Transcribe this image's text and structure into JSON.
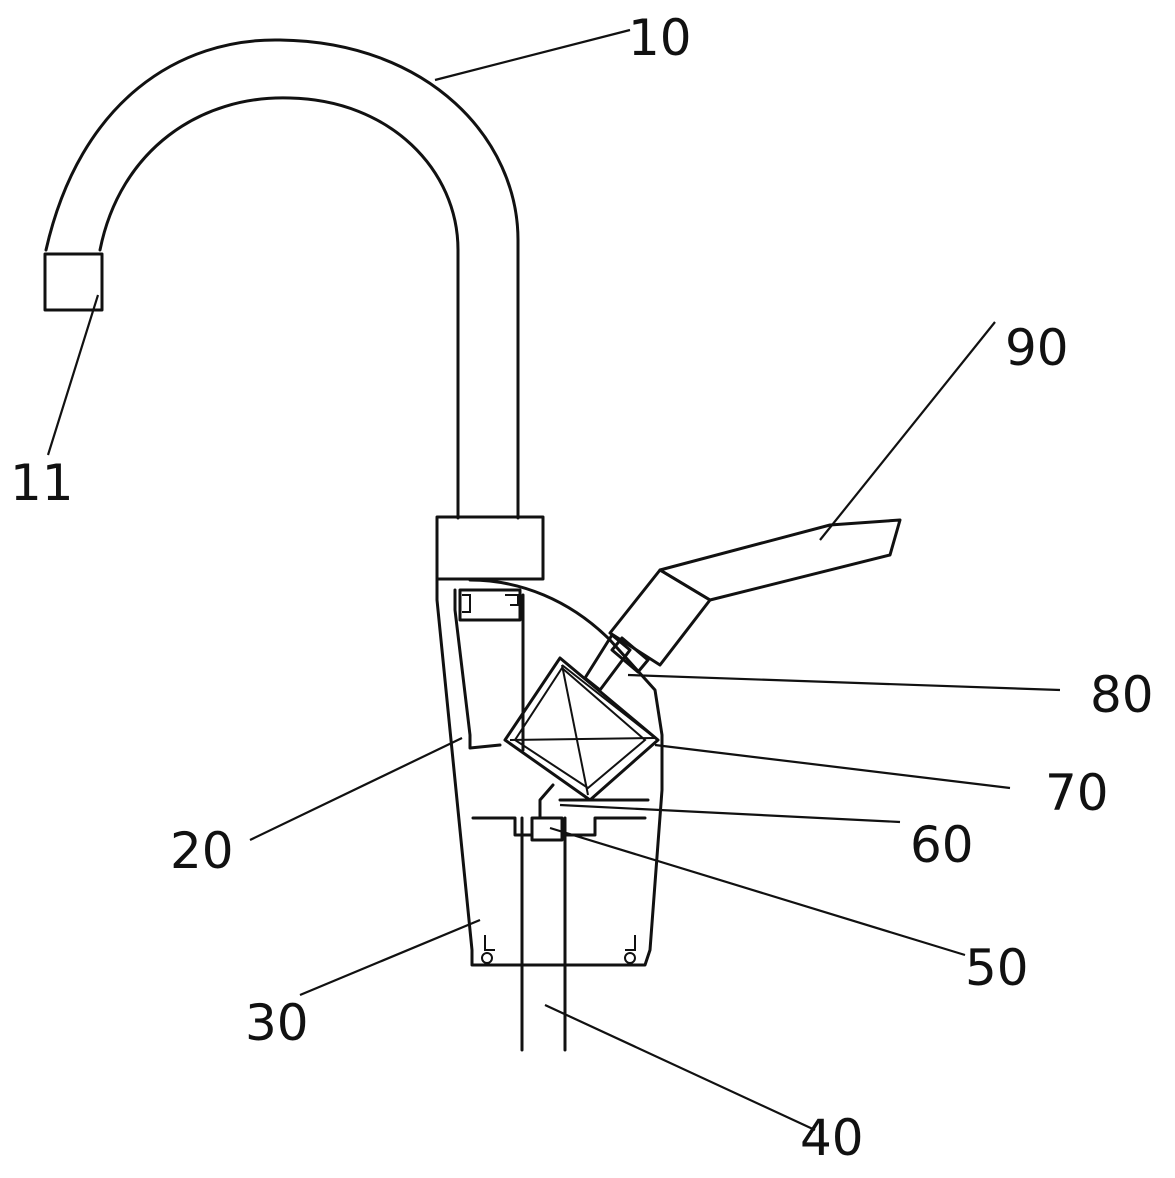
{
  "labels": {
    "l10": "10",
    "l11": "11",
    "l20": "20",
    "l30": "30",
    "l40": "40",
    "l50": "50",
    "l60": "60",
    "l70": "70",
    "l80": "80",
    "l90": "90"
  }
}
